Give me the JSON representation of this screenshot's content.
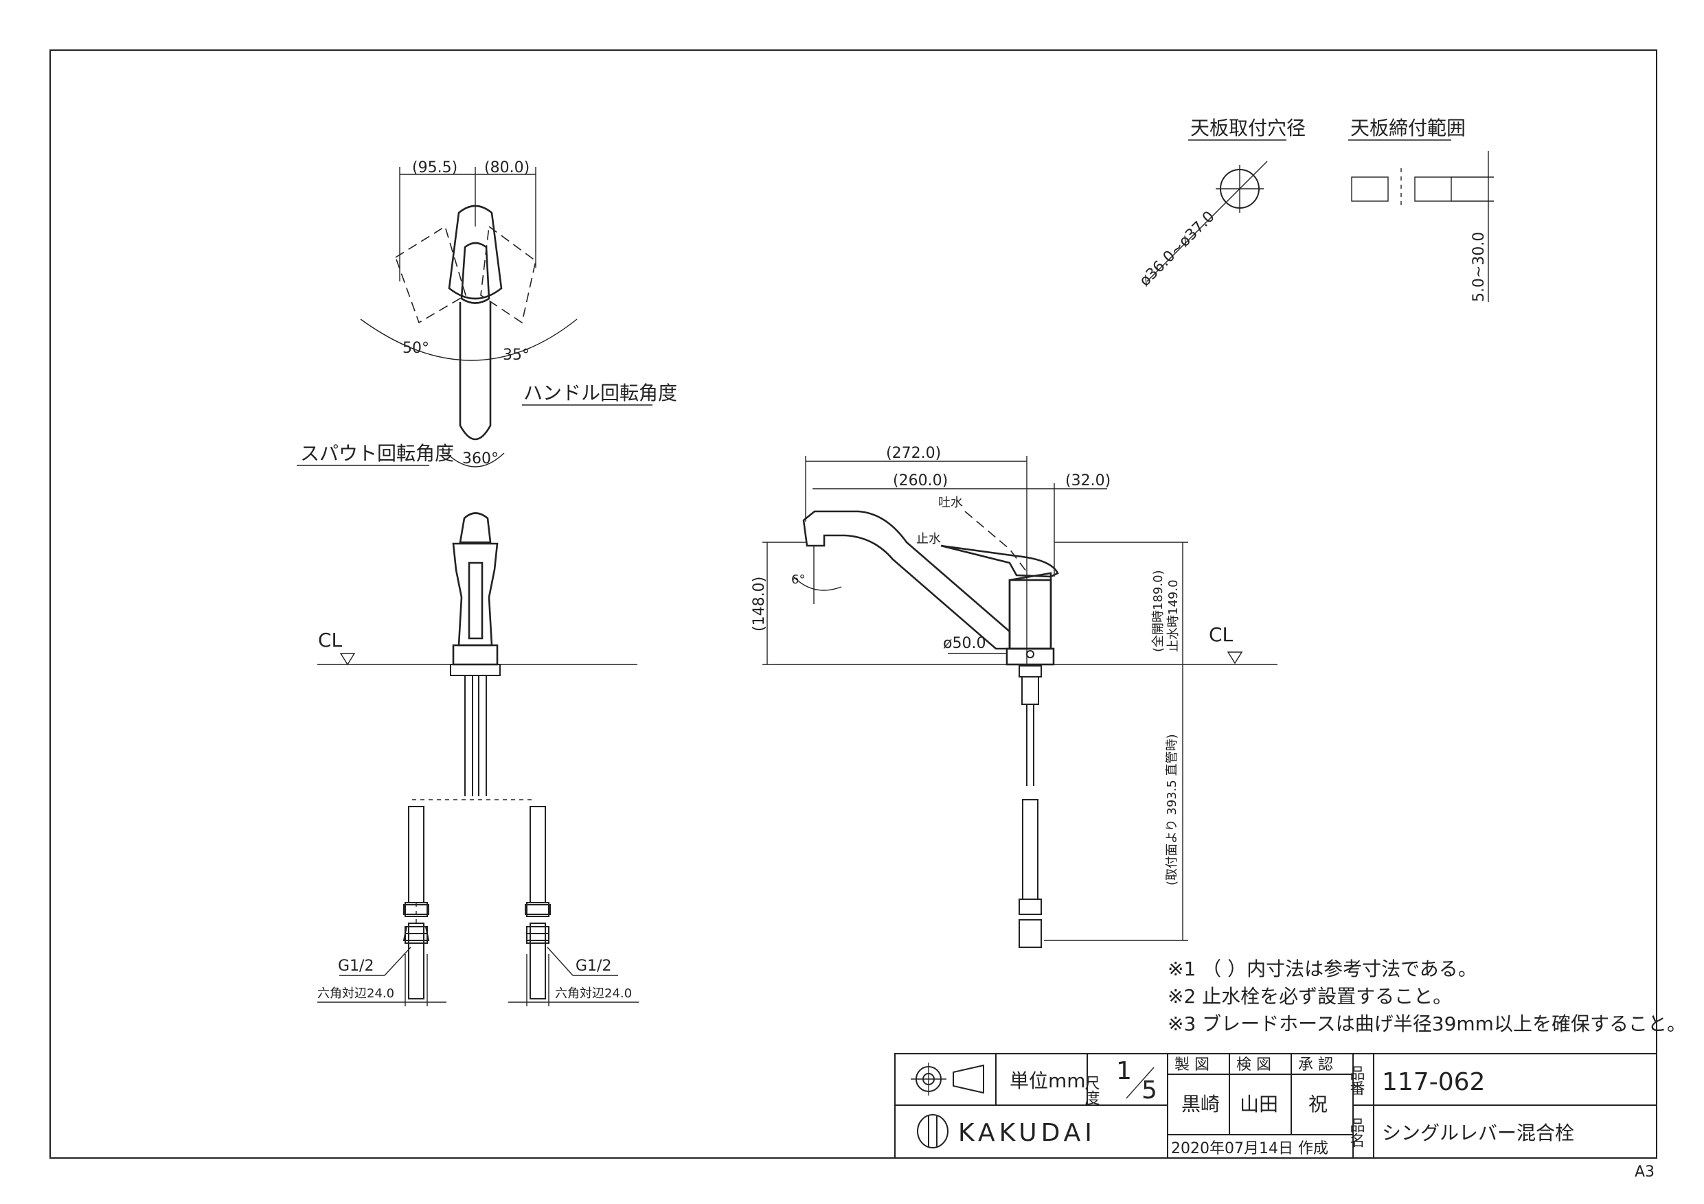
{
  "drawing_sheet": {
    "paper_size": "A3",
    "labels": {
      "hole_diameter_title": "天板取付穴径",
      "hole_diameter_value": "ø36.0~ø37.0",
      "clamp_range_title": "天板締付範囲",
      "clamp_range_value": "5.0~30.0",
      "handle_rotation": "ハンドル回転角度",
      "spout_rotation": "スパウト回転角度",
      "angle_left": "50°",
      "angle_right": "35°",
      "angle_spout": "360°",
      "dim_top_left": "(95.5)",
      "dim_top_right": "(80.0)",
      "cl_left": "CL",
      "cl_right": "CL",
      "g_left": "G1/2",
      "g_right": "G1/2",
      "hex_left": "六角対辺24.0",
      "hex_right": "六角対辺24.0",
      "dim_272": "(272.0)",
      "dim_260": "(260.0)",
      "dim_32": "(32.0)",
      "label_spout_water": "吐水",
      "label_stop_water": "止水",
      "angle_6": "6°",
      "dim_148": "(148.0)",
      "dim_base": "ø50.0",
      "dim_height_open": "(全開時189.0)",
      "dim_height_closed": "止水時149.0",
      "dim_hose": "(取付面より 393.5 直管時)"
    },
    "notes": [
      "※1 （ ）内寸法は参考寸法である。",
      "※2 止水栓を必ず設置すること。",
      "※3 ブレードホースは曲げ半径39mm以上を確保すること。"
    ],
    "title_block": {
      "unit": "単位mm",
      "scale_label": "尺度",
      "scale_num": "1",
      "scale_den": "5",
      "drawn_label": "製 図",
      "checked_label": "検 図",
      "approved_label": "承 認",
      "drawn_by": "黒崎",
      "checked_by": "山田",
      "approved_by": "祝",
      "product_no_label": "品番",
      "product_no": "117-062",
      "product_name_label": "品名",
      "product_name": "シングルレバー混合栓",
      "date": "2020年07月14日 作成",
      "brand": "KAKUDAI"
    }
  }
}
